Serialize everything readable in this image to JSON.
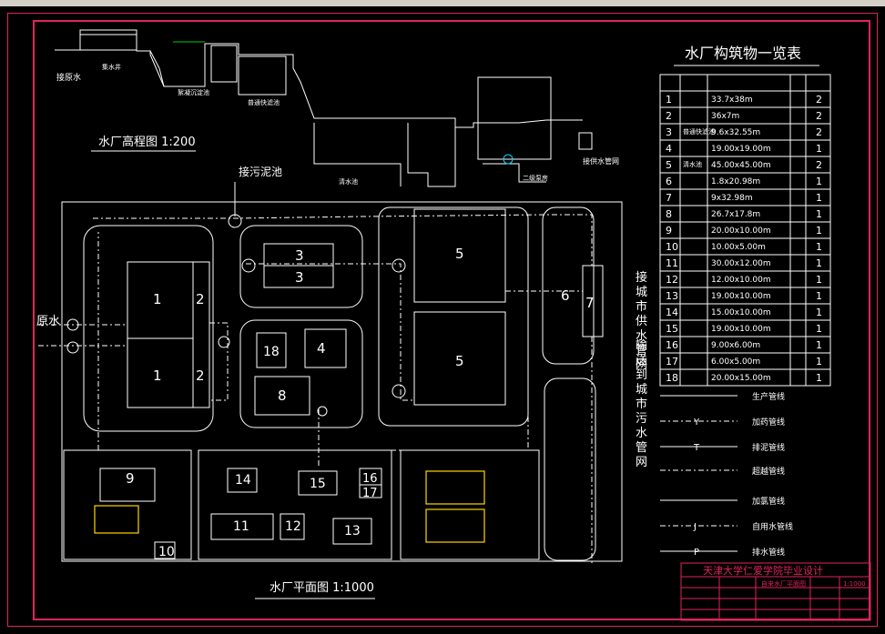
{
  "titles": {
    "profile": "水厂高程图 1:200",
    "plan": "水厂平面图 1:1000",
    "table": "水厂构筑物一览表"
  },
  "labels": {
    "sludge": "接污泥池",
    "raw_water_profile": "接原水",
    "raw_water": "原水",
    "city_supply": "接城市供水管网",
    "sewer": "输送到城市污水管网",
    "profile_filter": "普通快滤池",
    "profile_clear": "清水池",
    "profile_supply": "接供水管网"
  },
  "plan_numbers": [
    "1",
    "1",
    "2",
    "2",
    "3",
    "3",
    "4",
    "5",
    "5",
    "6",
    "7",
    "8",
    "9",
    "10",
    "11",
    "12",
    "13",
    "14",
    "15",
    "16",
    "17",
    "18"
  ],
  "structures": [
    {
      "no": "1",
      "size": "33.7x38m",
      "qty": "2"
    },
    {
      "no": "2",
      "size": "36x7m",
      "qty": "2"
    },
    {
      "no": "3",
      "name": "普通快滤池",
      "size": "9.6x32.55m",
      "qty": "2"
    },
    {
      "no": "4",
      "size": "19.00x19.00m",
      "qty": "1"
    },
    {
      "no": "5",
      "name": "清水池",
      "size": "45.00x45.00m",
      "qty": "2"
    },
    {
      "no": "6",
      "size": "1.8x20.98m",
      "qty": "1"
    },
    {
      "no": "7",
      "size": "9x32.98m",
      "qty": "1"
    },
    {
      "no": "8",
      "size": "26.7x17.8m",
      "qty": "1"
    },
    {
      "no": "9",
      "size": "20.00x10.00m",
      "qty": "1"
    },
    {
      "no": "10",
      "size": "10.00x5.00m",
      "qty": "1"
    },
    {
      "no": "11",
      "size": "30.00x12.00m",
      "qty": "1"
    },
    {
      "no": "12",
      "size": "12.00x10.00m",
      "qty": "1"
    },
    {
      "no": "13",
      "size": "19.00x10.00m",
      "qty": "1"
    },
    {
      "no": "14",
      "size": "15.00x10.00m",
      "qty": "1"
    },
    {
      "no": "15",
      "size": "19.00x10.00m",
      "qty": "1"
    },
    {
      "no": "16",
      "size": "9.00x6.00m",
      "qty": "1"
    },
    {
      "no": "17",
      "size": "6.00x5.00m",
      "qty": "1"
    },
    {
      "no": "18",
      "size": "20.00x15.00m",
      "qty": "1"
    }
  ],
  "legend": [
    {
      "label": "生产管线",
      "symbol": ""
    },
    {
      "label": "加药管线",
      "symbol": "Y"
    },
    {
      "label": "排泥管线",
      "symbol": "T"
    },
    {
      "label": "超越管线",
      "symbol": ""
    },
    {
      "label": "加氯管线",
      "symbol": ""
    },
    {
      "label": "自用水管线",
      "symbol": "J"
    },
    {
      "label": "排水管线",
      "symbol": "P"
    }
  ],
  "title_block": {
    "school": "天津大学仁爱学院毕业设计",
    "drawing": "自来水厂平面图",
    "scale": "1:1000"
  },
  "colors": {
    "frame": "#e0245c",
    "line": "#ffffff",
    "accent": "#ffd400",
    "pipe_green": "#00d000",
    "valve_cyan": "#00d8ff"
  }
}
